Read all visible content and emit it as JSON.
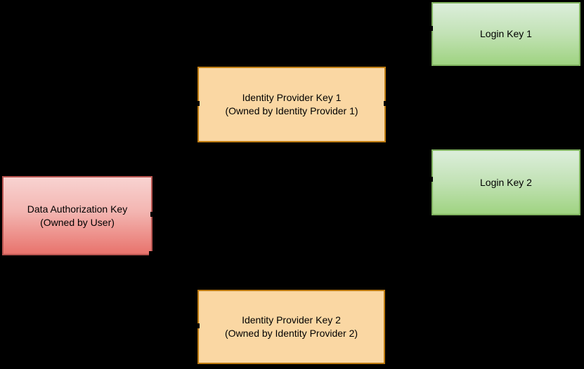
{
  "diagram": {
    "background_color": "#000000",
    "text_color": "#000000",
    "palette": {
      "red_node": {
        "fill_top": "#F8D3D1",
        "fill_bottom": "#E8736C",
        "border": "#B85450"
      },
      "orange_node": {
        "fill": "#FAD7A3",
        "border": "#BE7B10"
      },
      "green_node": {
        "fill_top": "#DCEEDB",
        "fill_bottom": "#9FD381",
        "border": "#7FB25E"
      }
    },
    "nodes": [
      {
        "id": "data-authorization-key",
        "line1": "Data Authorization Key",
        "line2": "(Owned by User)",
        "color": "red"
      },
      {
        "id": "identity-provider-key-1",
        "line1": "Identity Provider Key 1",
        "line2": "(Owned by Identity Provider 1)",
        "color": "orange"
      },
      {
        "id": "identity-provider-key-2",
        "line1": "Identity Provider Key 2",
        "line2": "(Owned by Identity Provider 2)",
        "color": "orange"
      },
      {
        "id": "login-key-1",
        "line1": "Login Key 1",
        "line2": "",
        "color": "green"
      },
      {
        "id": "login-key-2",
        "line1": "Login Key 2",
        "line2": "",
        "color": "green"
      }
    ]
  }
}
